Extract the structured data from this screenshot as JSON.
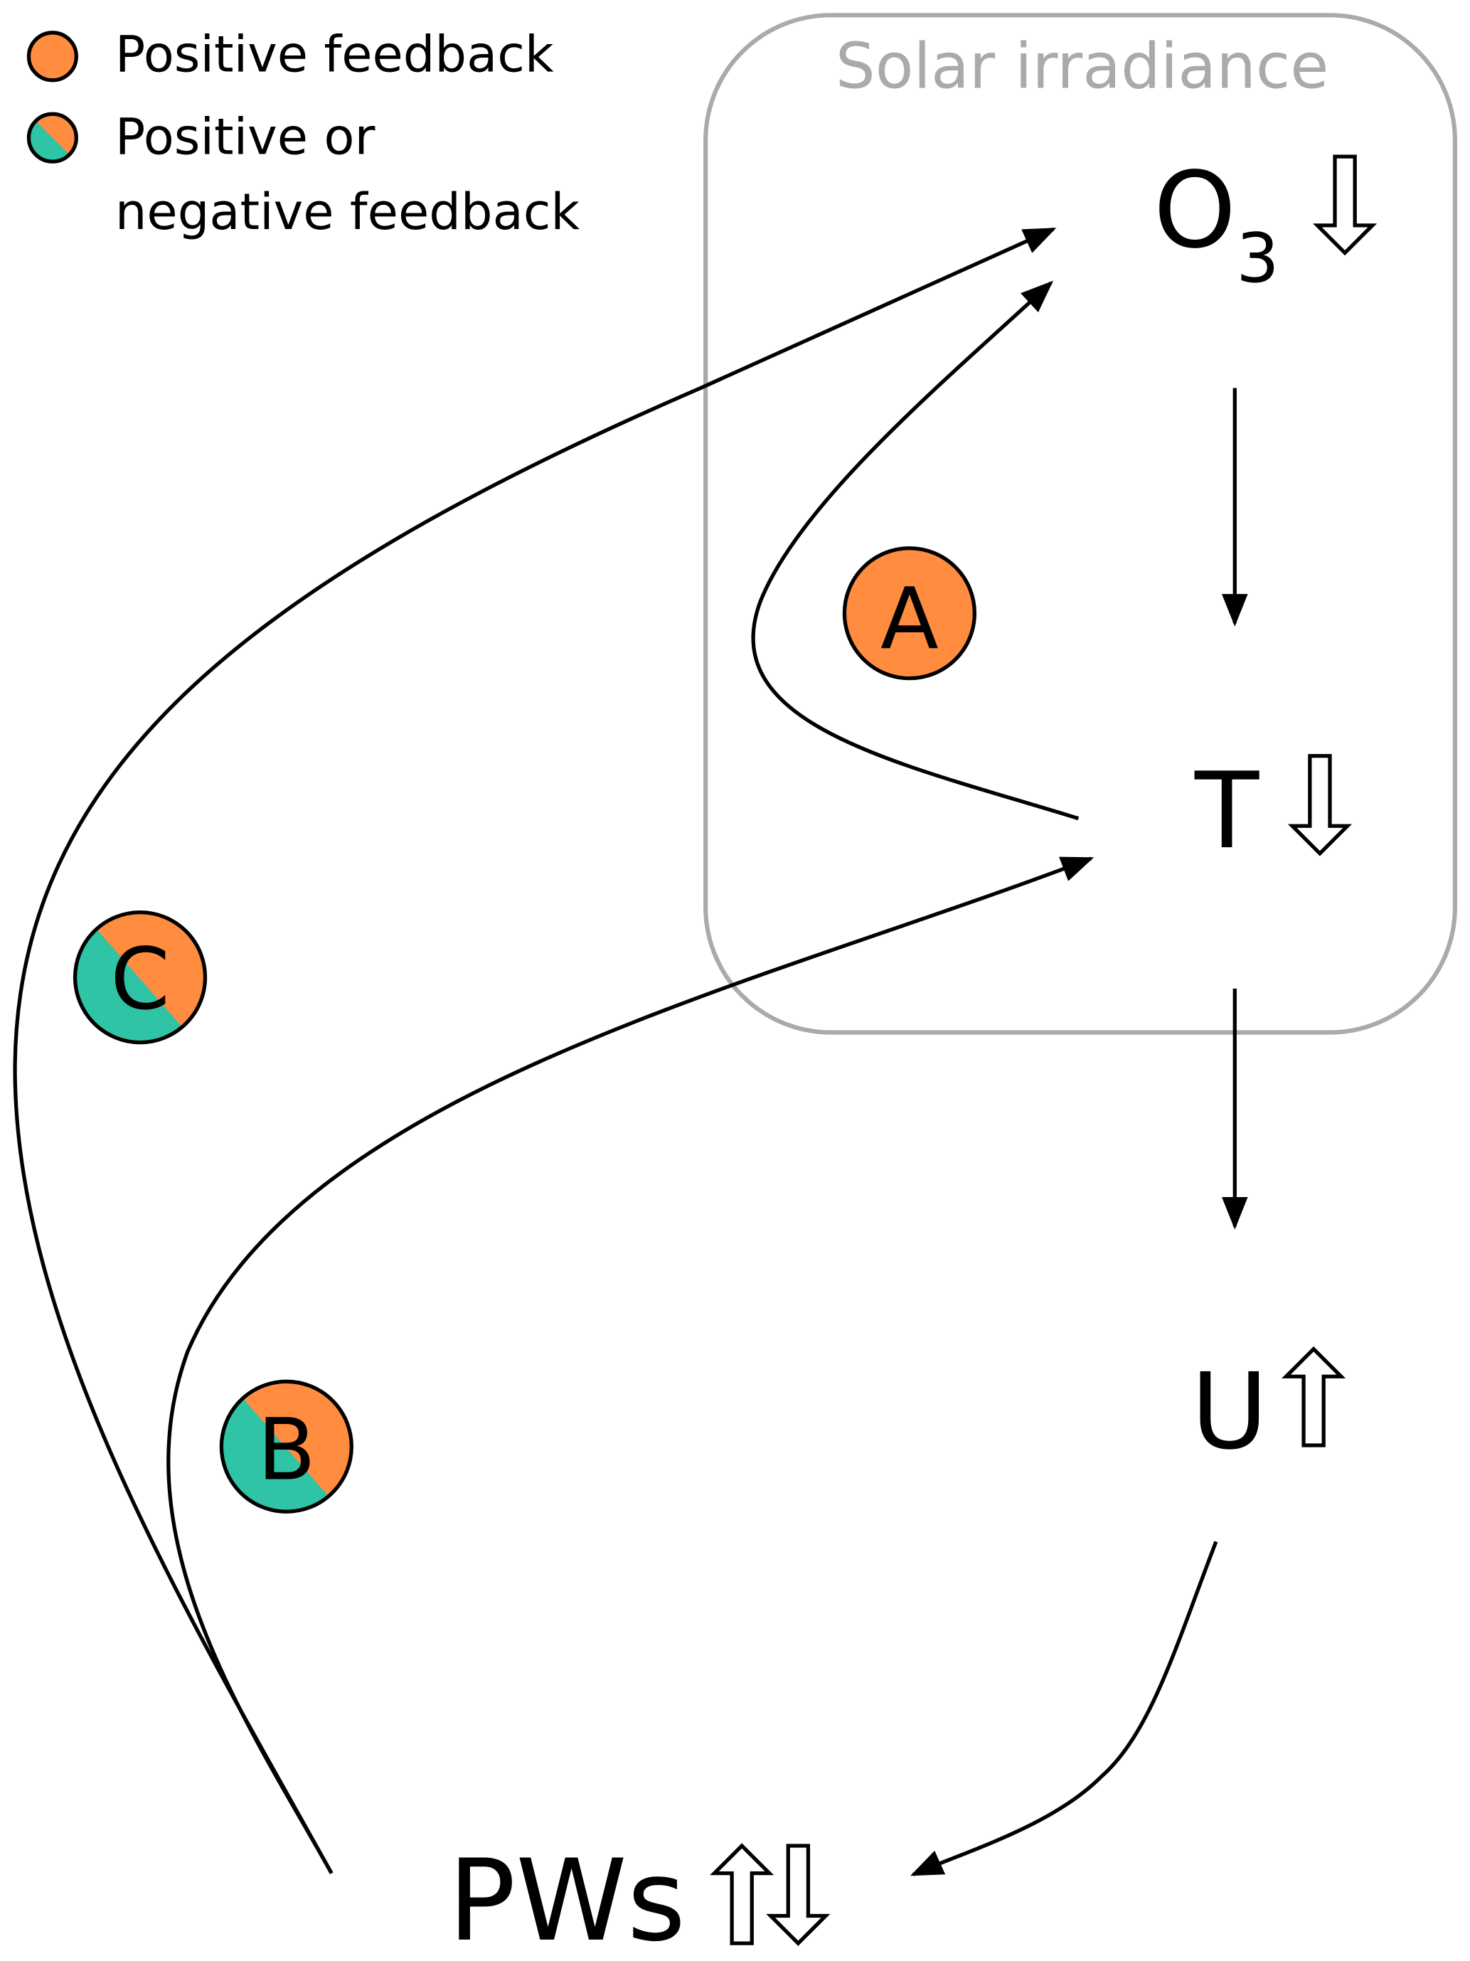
{
  "legend": {
    "positive_label": "Positive feedback",
    "mixed_label_line1": "Positive or",
    "mixed_label_line2": "negative feedback"
  },
  "box": {
    "title": "Solar irradiance"
  },
  "nodes": {
    "ozone": {
      "label": "O",
      "subscript": "3",
      "direction": "down"
    },
    "temperature": {
      "label": "T",
      "direction": "down"
    },
    "wind": {
      "label": "U",
      "direction": "up"
    },
    "planetary_waves": {
      "label": "PWs",
      "direction": "up-down"
    }
  },
  "loops": {
    "a": {
      "label": "A",
      "type": "positive"
    },
    "b": {
      "label": "B",
      "type": "positive-or-negative"
    },
    "c": {
      "label": "C",
      "type": "positive-or-negative"
    }
  },
  "colors": {
    "positive": "#FF8C3F",
    "negative": "#2EC4A5",
    "box_border": "#AAAAAA",
    "box_title": "#AAAAAA"
  }
}
